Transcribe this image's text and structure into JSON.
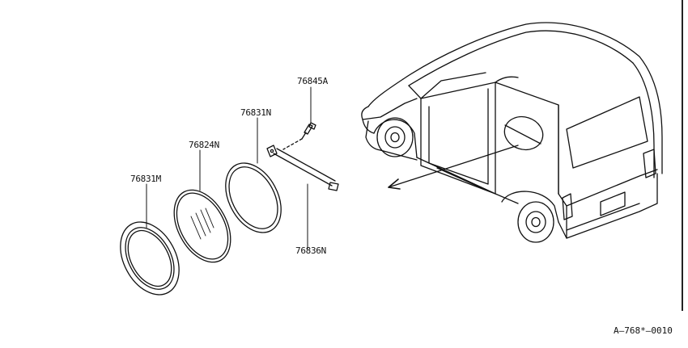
{
  "diagram": {
    "parts": [
      {
        "id": "p1",
        "number": "76845A"
      },
      {
        "id": "p2",
        "number": "76831N"
      },
      {
        "id": "p3",
        "number": "76824N"
      },
      {
        "id": "p4",
        "number": "76831M"
      },
      {
        "id": "p5",
        "number": "76836N"
      }
    ],
    "reference_code": "A–768*–0010"
  }
}
